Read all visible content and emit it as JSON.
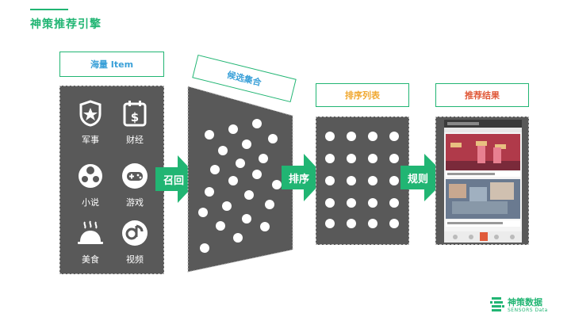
{
  "page": {
    "title": "神策推荐引擎"
  },
  "stages": {
    "massive": "海量 Item",
    "candidates": "候选集合",
    "ranked": "排序列表",
    "result": "推荐结果"
  },
  "arrows": {
    "recall": "召回",
    "rank": "排序",
    "rules": "规则"
  },
  "categories": [
    {
      "label": "军事",
      "icon": "military-badge-icon"
    },
    {
      "label": "财经",
      "icon": "finance-calendar-icon"
    },
    {
      "label": "小说",
      "icon": "fiction-book-icon"
    },
    {
      "label": "游戏",
      "icon": "gamepad-icon"
    },
    {
      "label": "美食",
      "icon": "food-cloche-icon"
    },
    {
      "label": "视频",
      "icon": "video-music-icon"
    }
  ],
  "brand": {
    "name": "神策数据",
    "sub": "SENSORS Data"
  },
  "colors": {
    "accent": "#21b573",
    "panel": "#595959",
    "massive": "#3aa0d8",
    "ranked": "#f0a830",
    "result": "#e05a3a"
  }
}
